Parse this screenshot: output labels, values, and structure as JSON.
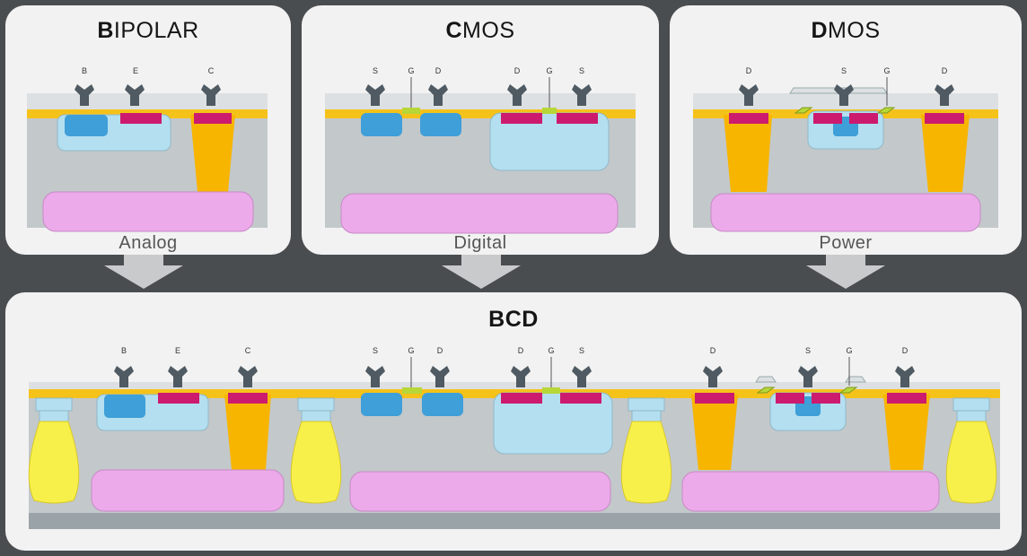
{
  "panels": {
    "bipolar": {
      "title_initial": "B",
      "title_rest": "IPOLAR",
      "caption": "Analog",
      "terminals": [
        "B",
        "E",
        "C"
      ]
    },
    "cmos": {
      "title_initial": "C",
      "title_rest": "MOS",
      "caption": "Digital",
      "terminals": [
        "S",
        "G",
        "D",
        "D",
        "G",
        "S"
      ]
    },
    "dmos": {
      "title_initial": "D",
      "title_rest": "MOS",
      "caption": "Power",
      "terminals": [
        "D",
        "S",
        "G",
        "D"
      ]
    },
    "bcd": {
      "title": "BCD",
      "terminals": [
        "B",
        "E",
        "C",
        "S",
        "G",
        "D",
        "D",
        "G",
        "S",
        "D",
        "S",
        "G",
        "D"
      ]
    }
  },
  "colors": {
    "background": "#4a4d50",
    "panel": "#f2f2f2",
    "substrate": "#c3c8cb",
    "oxide": "#dde0e2",
    "metal_yellow": "#f5c21a",
    "n_plus_magenta": "#cc1a6e",
    "p_well_blue": "#3f9fd8",
    "well_light_blue": "#b4dff0",
    "buried_layer_pink": "#ecaaea",
    "sinker_orange": "#f7b500",
    "isolation_yellow": "#f7f04a",
    "gate_green": "#b7d638",
    "contact_gray": "#4f5a62"
  }
}
